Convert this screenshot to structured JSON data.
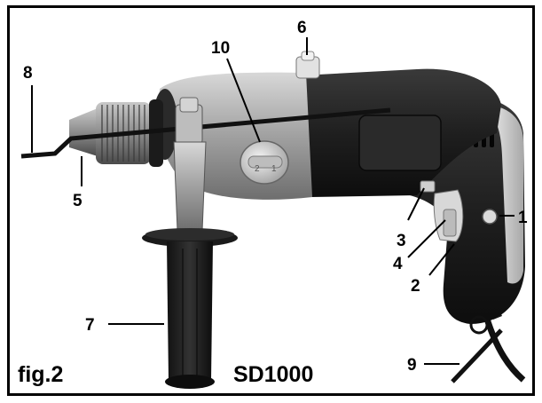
{
  "figure": {
    "caption": "fig.2",
    "model": "SD1000"
  },
  "callouts": [
    {
      "id": "1",
      "label": "1"
    },
    {
      "id": "2",
      "label": "2"
    },
    {
      "id": "3",
      "label": "3"
    },
    {
      "id": "4",
      "label": "4"
    },
    {
      "id": "5",
      "label": "5"
    },
    {
      "id": "6",
      "label": "6"
    },
    {
      "id": "7",
      "label": "7"
    },
    {
      "id": "8",
      "label": "8"
    },
    {
      "id": "9",
      "label": "9"
    },
    {
      "id": "10",
      "label": "10"
    }
  ],
  "selector_dial": {
    "mark_1": "2",
    "mark_2": "1"
  },
  "colors": {
    "body_dark": "#1c1c1c",
    "body_silver": "#9a9a9a",
    "grip_light": "#cfcfcf",
    "background": "#ffffff",
    "ink": "#000000"
  }
}
